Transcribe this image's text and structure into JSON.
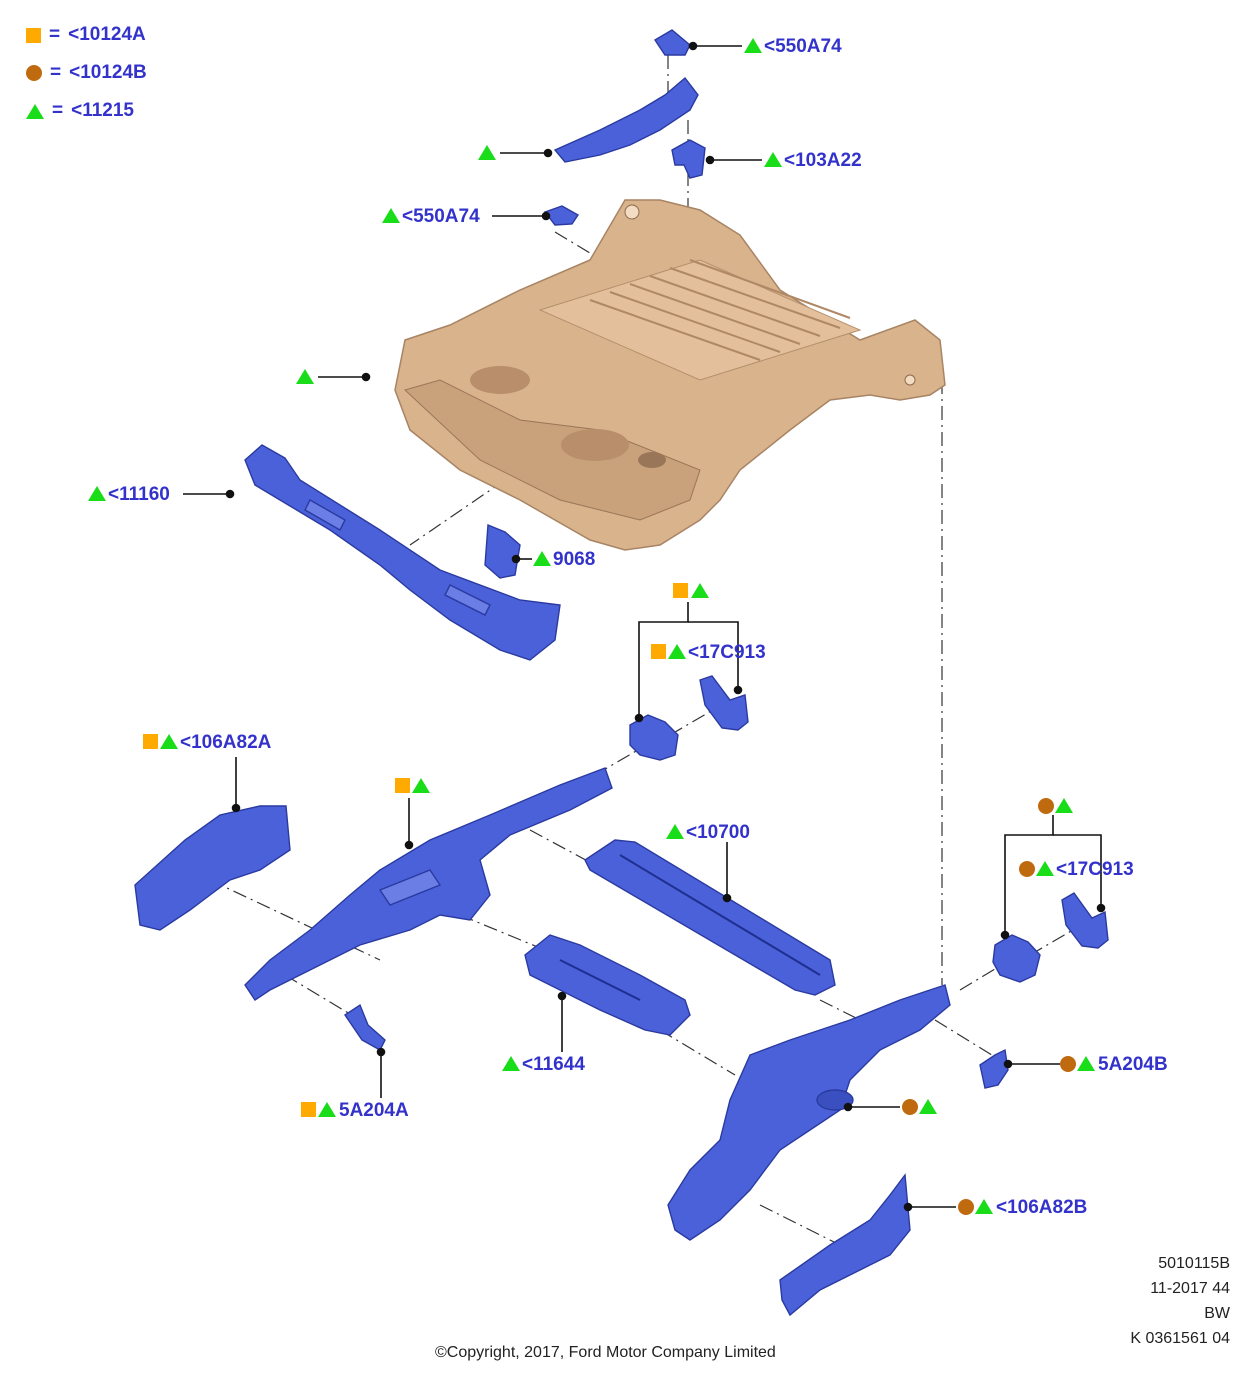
{
  "legend": [
    {
      "symbol": "square-orange",
      "text": "<10124A"
    },
    {
      "symbol": "circle-brown",
      "text": "<10124B"
    },
    {
      "symbol": "triangle-green",
      "text": "<11215"
    }
  ],
  "legend_eq": "=",
  "colors": {
    "blue_part": "#4a61d9",
    "tan_part": "#d9b38c",
    "label": "#3333cc",
    "square": "#ffaa00",
    "circle": "#c06a10",
    "triangle": "#19dd19"
  },
  "callouts": {
    "top_bracket": "<550A74",
    "upper_bracket": "<103A22",
    "left_bracket": "<550A74",
    "front_crossmember": "<11160",
    "small_bracket": "9068",
    "left_rear_bracket": "<17C913",
    "left_extension": "<106A82A",
    "center_rail": "<10700",
    "right_rear_bracket": "<17C913",
    "left_gusset": "5A204A",
    "center_crossmember": "<11644",
    "right_gusset": "5A204B",
    "right_extension": "<106A82B"
  },
  "footer": {
    "copyright": "©Copyright, 2017, Ford Motor Company Limited",
    "code1": "5010115B",
    "code2": "11-2017 44",
    "code3": "BW",
    "code4": "K 0361561 04"
  }
}
